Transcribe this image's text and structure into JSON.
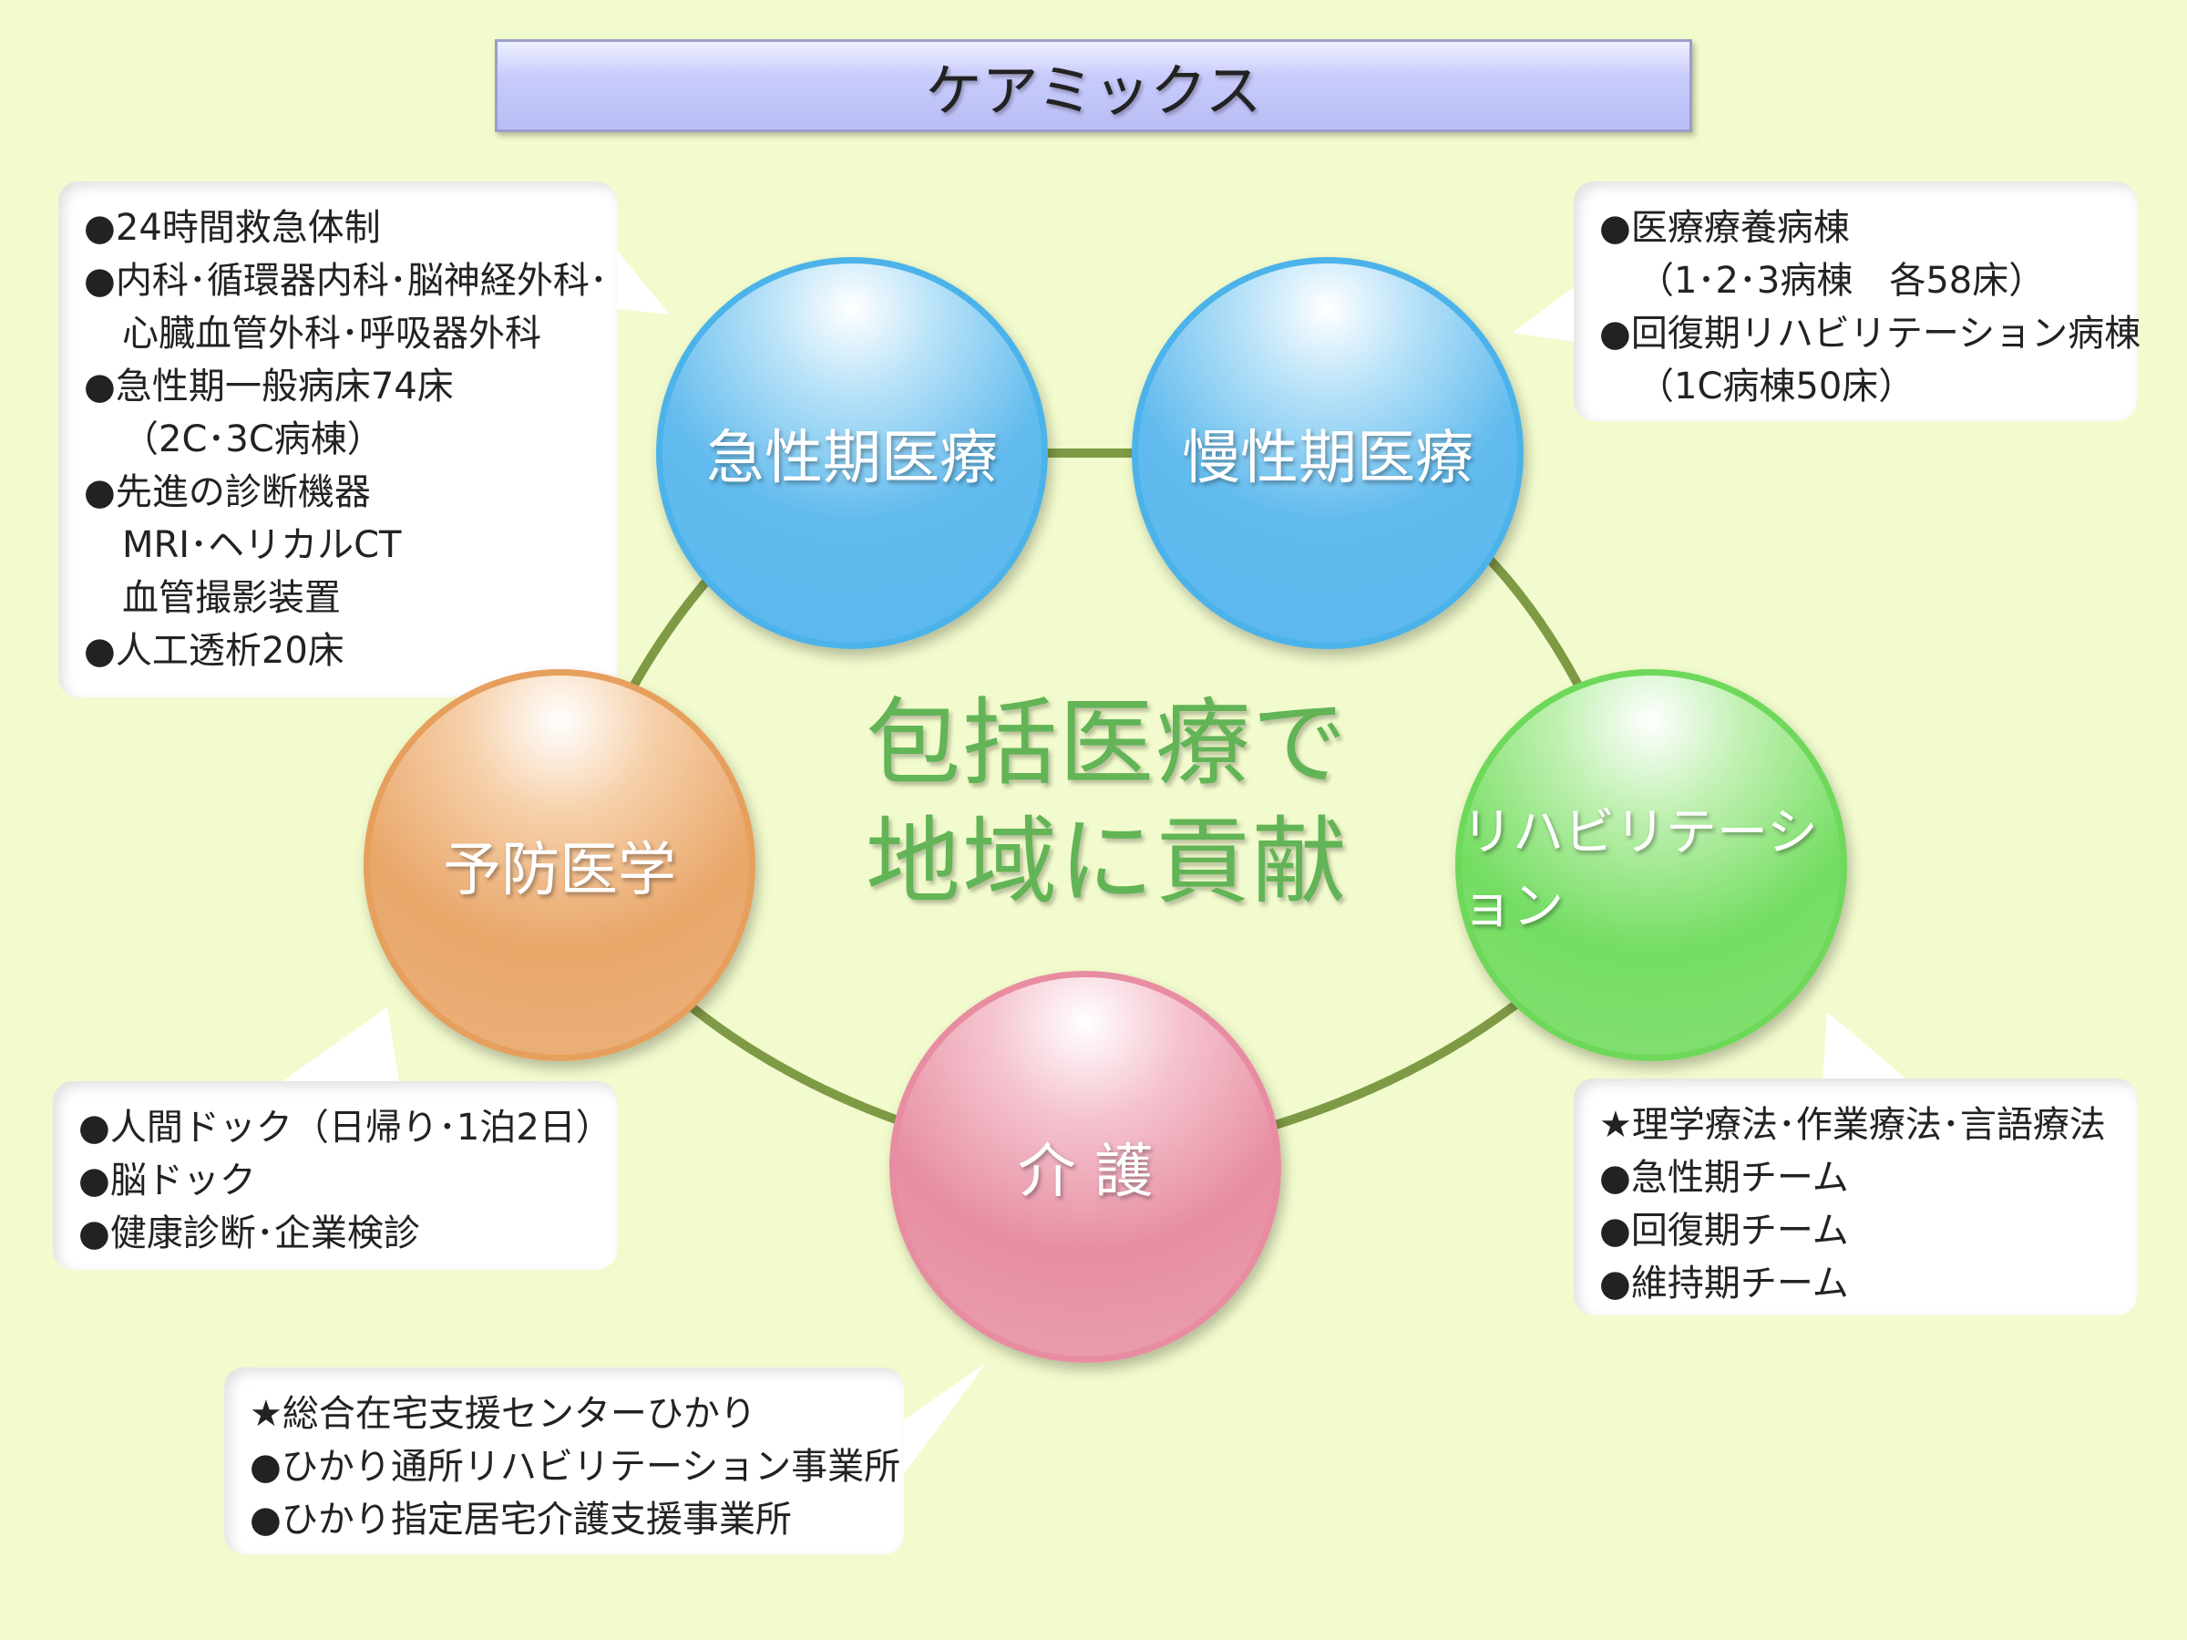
{
  "title": "ケアミックス",
  "center_text": [
    "包括医療で",
    "地域に貢献"
  ],
  "circles": {
    "acute": "急性期医療",
    "chronic": "慢性期医療",
    "prevention": "予防医学",
    "rehab": "リハビリテーション",
    "care": "介 護"
  },
  "boxes": {
    "acute": [
      "●24時間救急体制",
      "●内科･循環器内科･脳神経外科･",
      "心臓血管外科･呼吸器外科",
      "●急性期一般病床74床",
      "（2C･3C病棟）",
      "●先進の診断機器",
      "MRI･ヘリカルCT",
      "血管撮影装置",
      "●人工透析20床"
    ],
    "chronic": [
      "●医療療養病棟",
      "（1･2･3病棟　各58床）",
      "●回復期リハビリテーション病棟",
      "（1C病棟50床）"
    ],
    "prevention": [
      "●人間ドック（日帰り･1泊2日）",
      "●脳ドック",
      "●健康診断･企業検診"
    ],
    "rehab": [
      "★理学療法･作業療法･言語療法",
      "●急性期チーム",
      "●回復期チーム",
      "●維持期チーム"
    ],
    "care": [
      "★総合在宅支援センターひかり",
      "●ひかり通所リハビリテーション事業所",
      "●ひかり指定居宅介護支援事業所"
    ]
  }
}
